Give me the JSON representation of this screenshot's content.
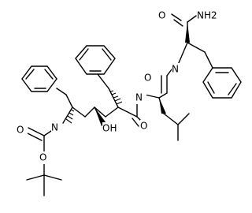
{
  "atoms": {
    "amide_o_top": "O",
    "amide_nh2": "NH2",
    "amide_o_mid": "O",
    "amide_n_mid": "N",
    "amide_n_left": "N",
    "amide_o_left": "O",
    "hydroxyl": "OH",
    "carbamate_n": "N",
    "carbamate_o_carbonyl": "O",
    "carbamate_o_ester": "O"
  },
  "colors": {
    "bond": "#000000",
    "background": "#ffffff"
  }
}
